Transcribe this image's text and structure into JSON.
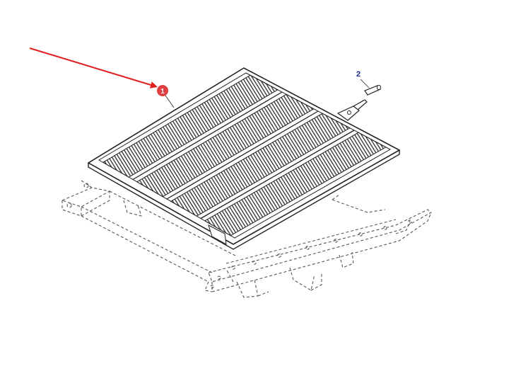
{
  "callouts": [
    {
      "id": "1",
      "label": "1"
    },
    {
      "id": "2",
      "label": "2"
    }
  ],
  "colors": {
    "arrow": "#e02020",
    "callout_1_fill": "#e04040",
    "callout_1_text": "#ffffff",
    "callout_2_text": "#1a2a8a",
    "line": "#222222",
    "dashed": "#555555",
    "panel_face": "#ffffff",
    "slot": "#444444"
  },
  "panel": {
    "strip_count": 4
  }
}
